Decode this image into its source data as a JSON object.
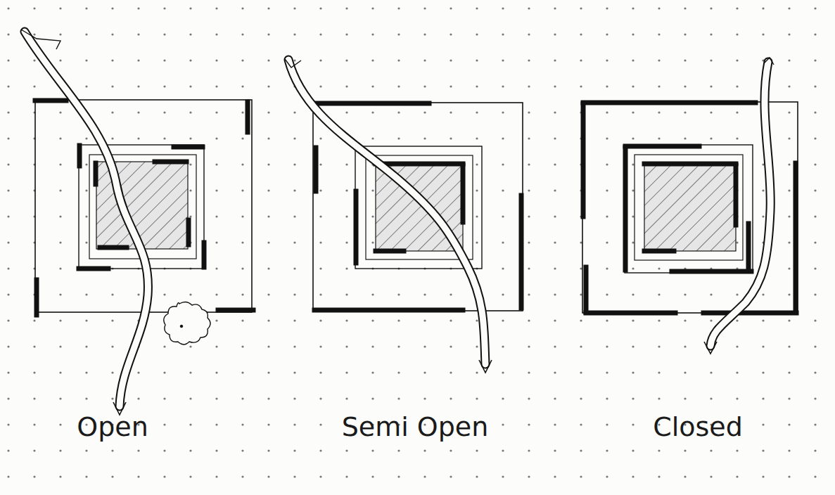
{
  "diagram": {
    "labels": [
      "Open",
      "Semi Open",
      "Closed"
    ]
  }
}
